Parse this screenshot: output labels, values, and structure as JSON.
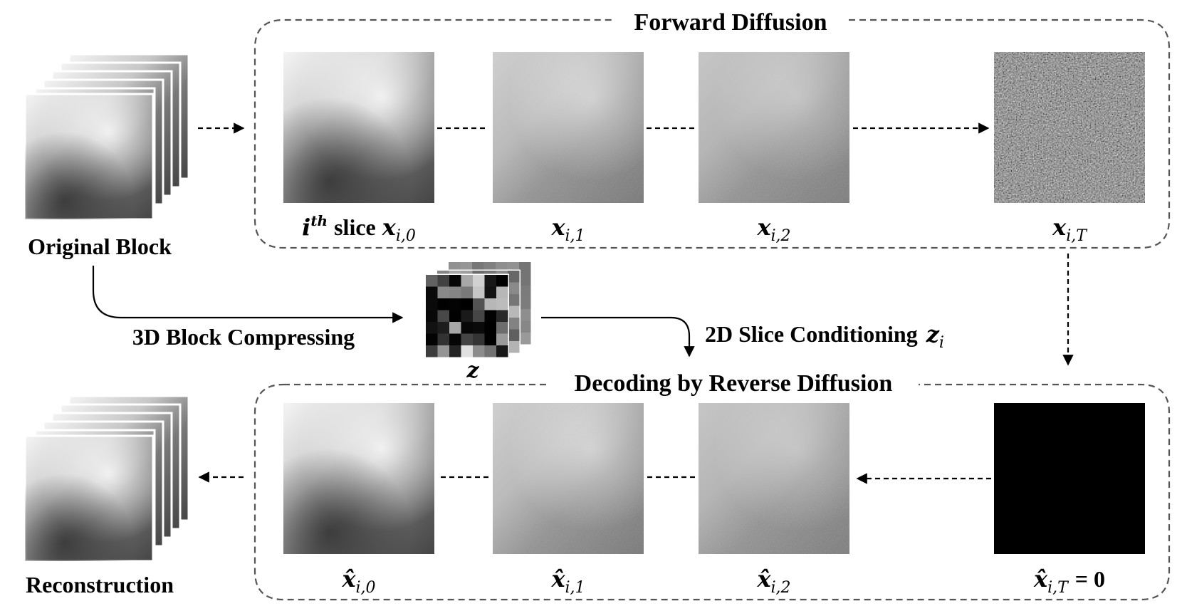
{
  "panels": {
    "forward": {
      "title": "Forward Diffusion"
    },
    "reverse": {
      "title": "Decoding by Reverse Diffusion"
    }
  },
  "blocks": {
    "original": {
      "label": "Original Block"
    },
    "reconstruction": {
      "label": "Reconstruction"
    }
  },
  "latent": {
    "symbol": "z"
  },
  "edges": {
    "compress": {
      "label": "3D Block Compressing"
    },
    "conditioning": {
      "label": "2D Slice Conditioning",
      "symbol": "z",
      "sub": "i"
    }
  },
  "forward_slices": [
    {
      "prefix": "i",
      "prefix_sup": "th",
      "word": "slice",
      "symbol": "x",
      "sub": "i,0"
    },
    {
      "symbol": "x",
      "sub": "i,1"
    },
    {
      "symbol": "x",
      "sub": "i,2"
    },
    {
      "symbol": "x",
      "sub": "i,T"
    }
  ],
  "reverse_slices": [
    {
      "symbol": "x̂",
      "sub": "i,0"
    },
    {
      "symbol": "x̂",
      "sub": "i,1"
    },
    {
      "symbol": "x̂",
      "sub": "i,2"
    },
    {
      "symbol": "x̂",
      "sub": "i,T",
      "suffix": "= 0"
    }
  ]
}
